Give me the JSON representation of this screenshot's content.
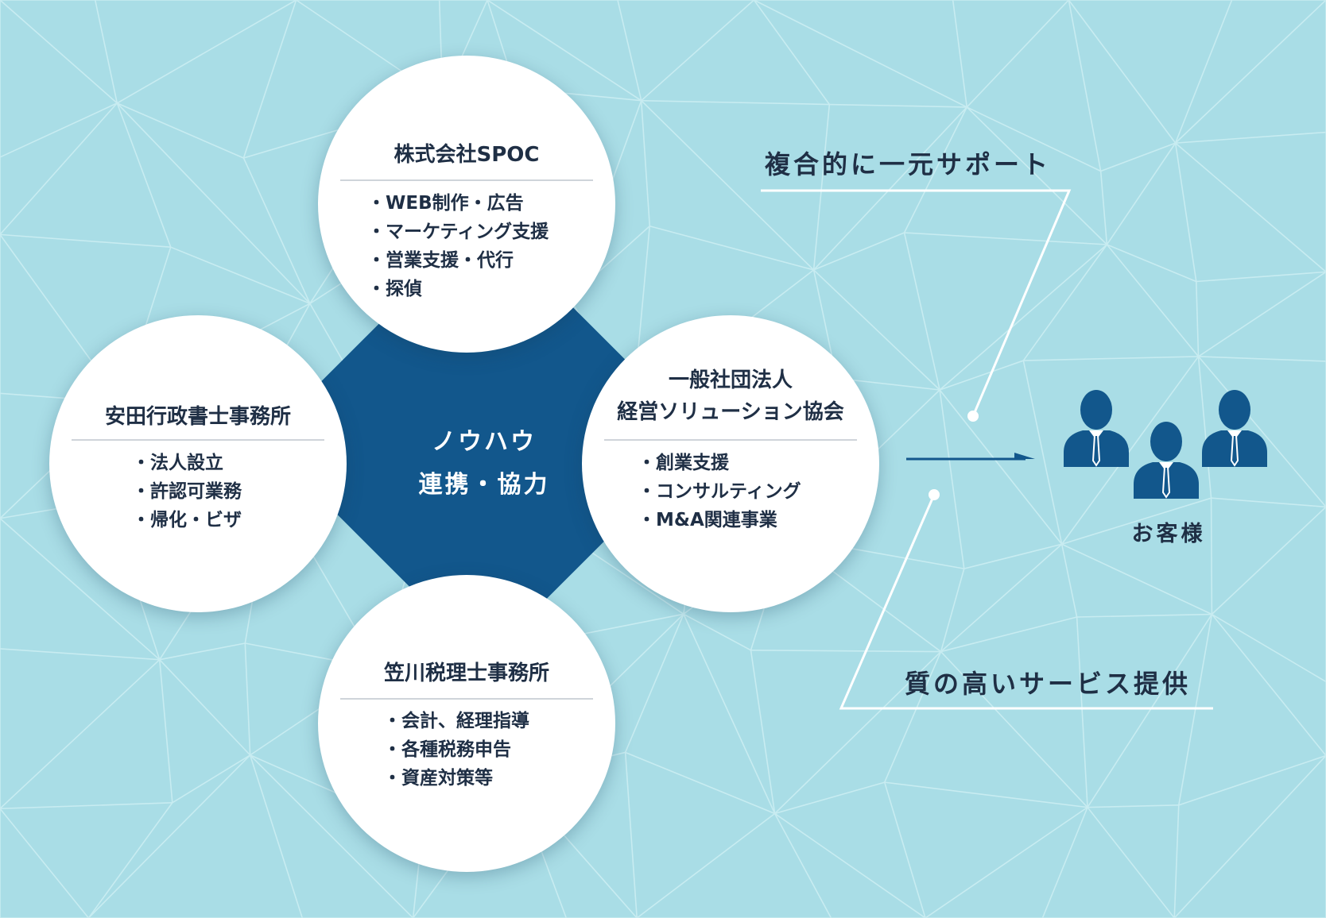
{
  "colors": {
    "background": "#a9dde6",
    "pattern_line": "#c8ecf1",
    "diamond": "#12578c",
    "circle": "#ffffff",
    "text": "#1f2f45",
    "connector": "#ffffff",
    "arrow": "#12578c",
    "person": "#12578c"
  },
  "center": {
    "line1": "ノウハウ",
    "line2": "連携・協力"
  },
  "orgs": {
    "top": {
      "name": "株式会社SPOC",
      "services": [
        "WEB制作・広告",
        "マーケティング支援",
        "営業支援・代行",
        "探偵"
      ]
    },
    "left": {
      "name": "安田行政書士事務所",
      "services": [
        "法人設立",
        "許認可業務",
        "帰化・ビザ"
      ]
    },
    "right": {
      "name_line1": "一般社団法人",
      "name_line2": "経営ソリューション協会",
      "services": [
        "創業支援",
        "コンサルティング",
        "M&A関連事業"
      ]
    },
    "bottom": {
      "name": "笠川税理士事務所",
      "services": [
        "会計、経理指導",
        "各種税務申告",
        "資産対策等"
      ]
    }
  },
  "benefits": {
    "top": "複合的に一元サポート",
    "bottom": "質の高いサービス提供"
  },
  "customer": {
    "label": "お客様",
    "icon": "businessman-icon"
  }
}
